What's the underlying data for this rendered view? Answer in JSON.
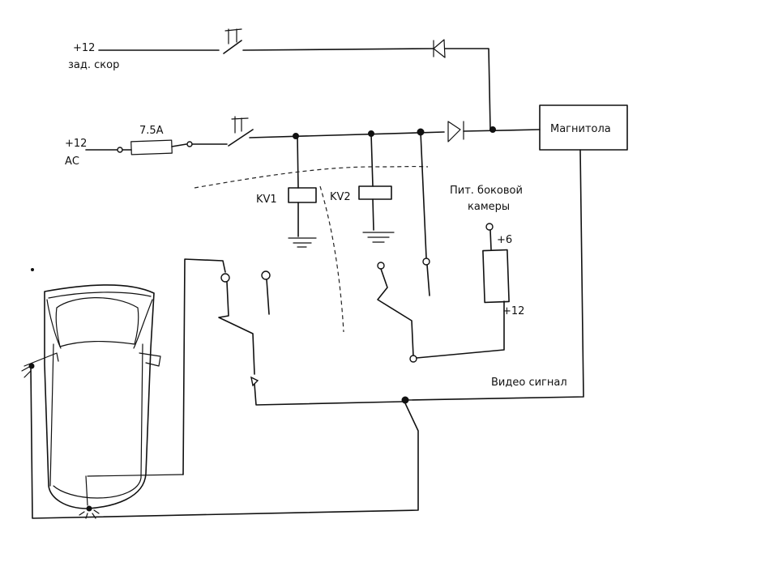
{
  "labels": {
    "plus12_reverse": "+12",
    "reverse_gear": "зад. скор",
    "plus12_acc": "+12",
    "acc": "АС",
    "fuse": "7.5А",
    "head_unit": "Магнитола",
    "kv1": "KV1",
    "kv2": "KV2",
    "side_camera_power_1": "Пит. боковой",
    "side_camera_power_2": "камеры",
    "plus6": "+6",
    "plus12_cam": "+12",
    "video_signal": "Видео сигнал"
  }
}
